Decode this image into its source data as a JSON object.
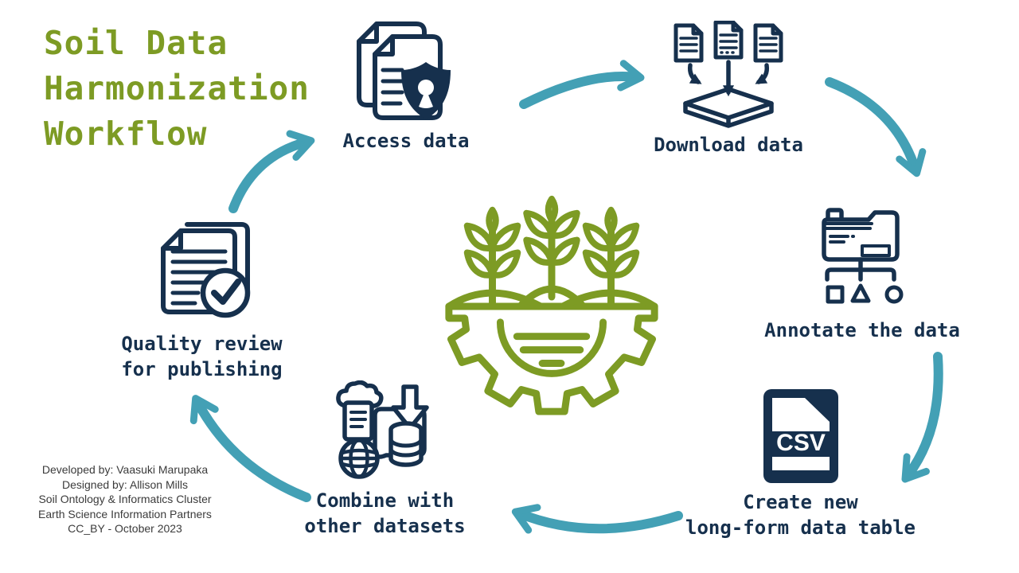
{
  "title": {
    "line1": "Soil Data",
    "line2": "Harmonization",
    "line3": "Workflow"
  },
  "steps": {
    "access": {
      "label": "Access data"
    },
    "download": {
      "label": "Download data"
    },
    "annotate": {
      "label": "Annotate the data"
    },
    "create": {
      "label_line1": "Create new",
      "label_line2": "long-form data table",
      "file_type": "CSV"
    },
    "combine": {
      "label_line1": "Combine with",
      "label_line2": "other datasets"
    },
    "quality": {
      "label_line1": "Quality review",
      "label_line2": "for publishing"
    }
  },
  "credits": {
    "line1": "Developed by: Vaasuki Marupaka",
    "line2": "Designed by: Allison Mills",
    "line3": "Soil Ontology & Informatics Cluster",
    "line4": "Earth Science Information Partners",
    "line5": "CC_BY - October 2023"
  },
  "icons": {
    "access": "secure-documents-icon",
    "download": "documents-into-box-icon",
    "annotate": "folder-taxonomy-icon",
    "create": "csv-file-icon",
    "combine": "cloud-globe-database-icon",
    "quality": "document-check-icon",
    "center": "plants-soil-gear-icon",
    "connector": "curved-arrow"
  },
  "colors": {
    "accent_green": "#7d9b24",
    "icon_navy": "#16304d",
    "arrow_teal": "#43a0b5",
    "credits_text": "#3b3b3b",
    "background": "#ffffff"
  }
}
